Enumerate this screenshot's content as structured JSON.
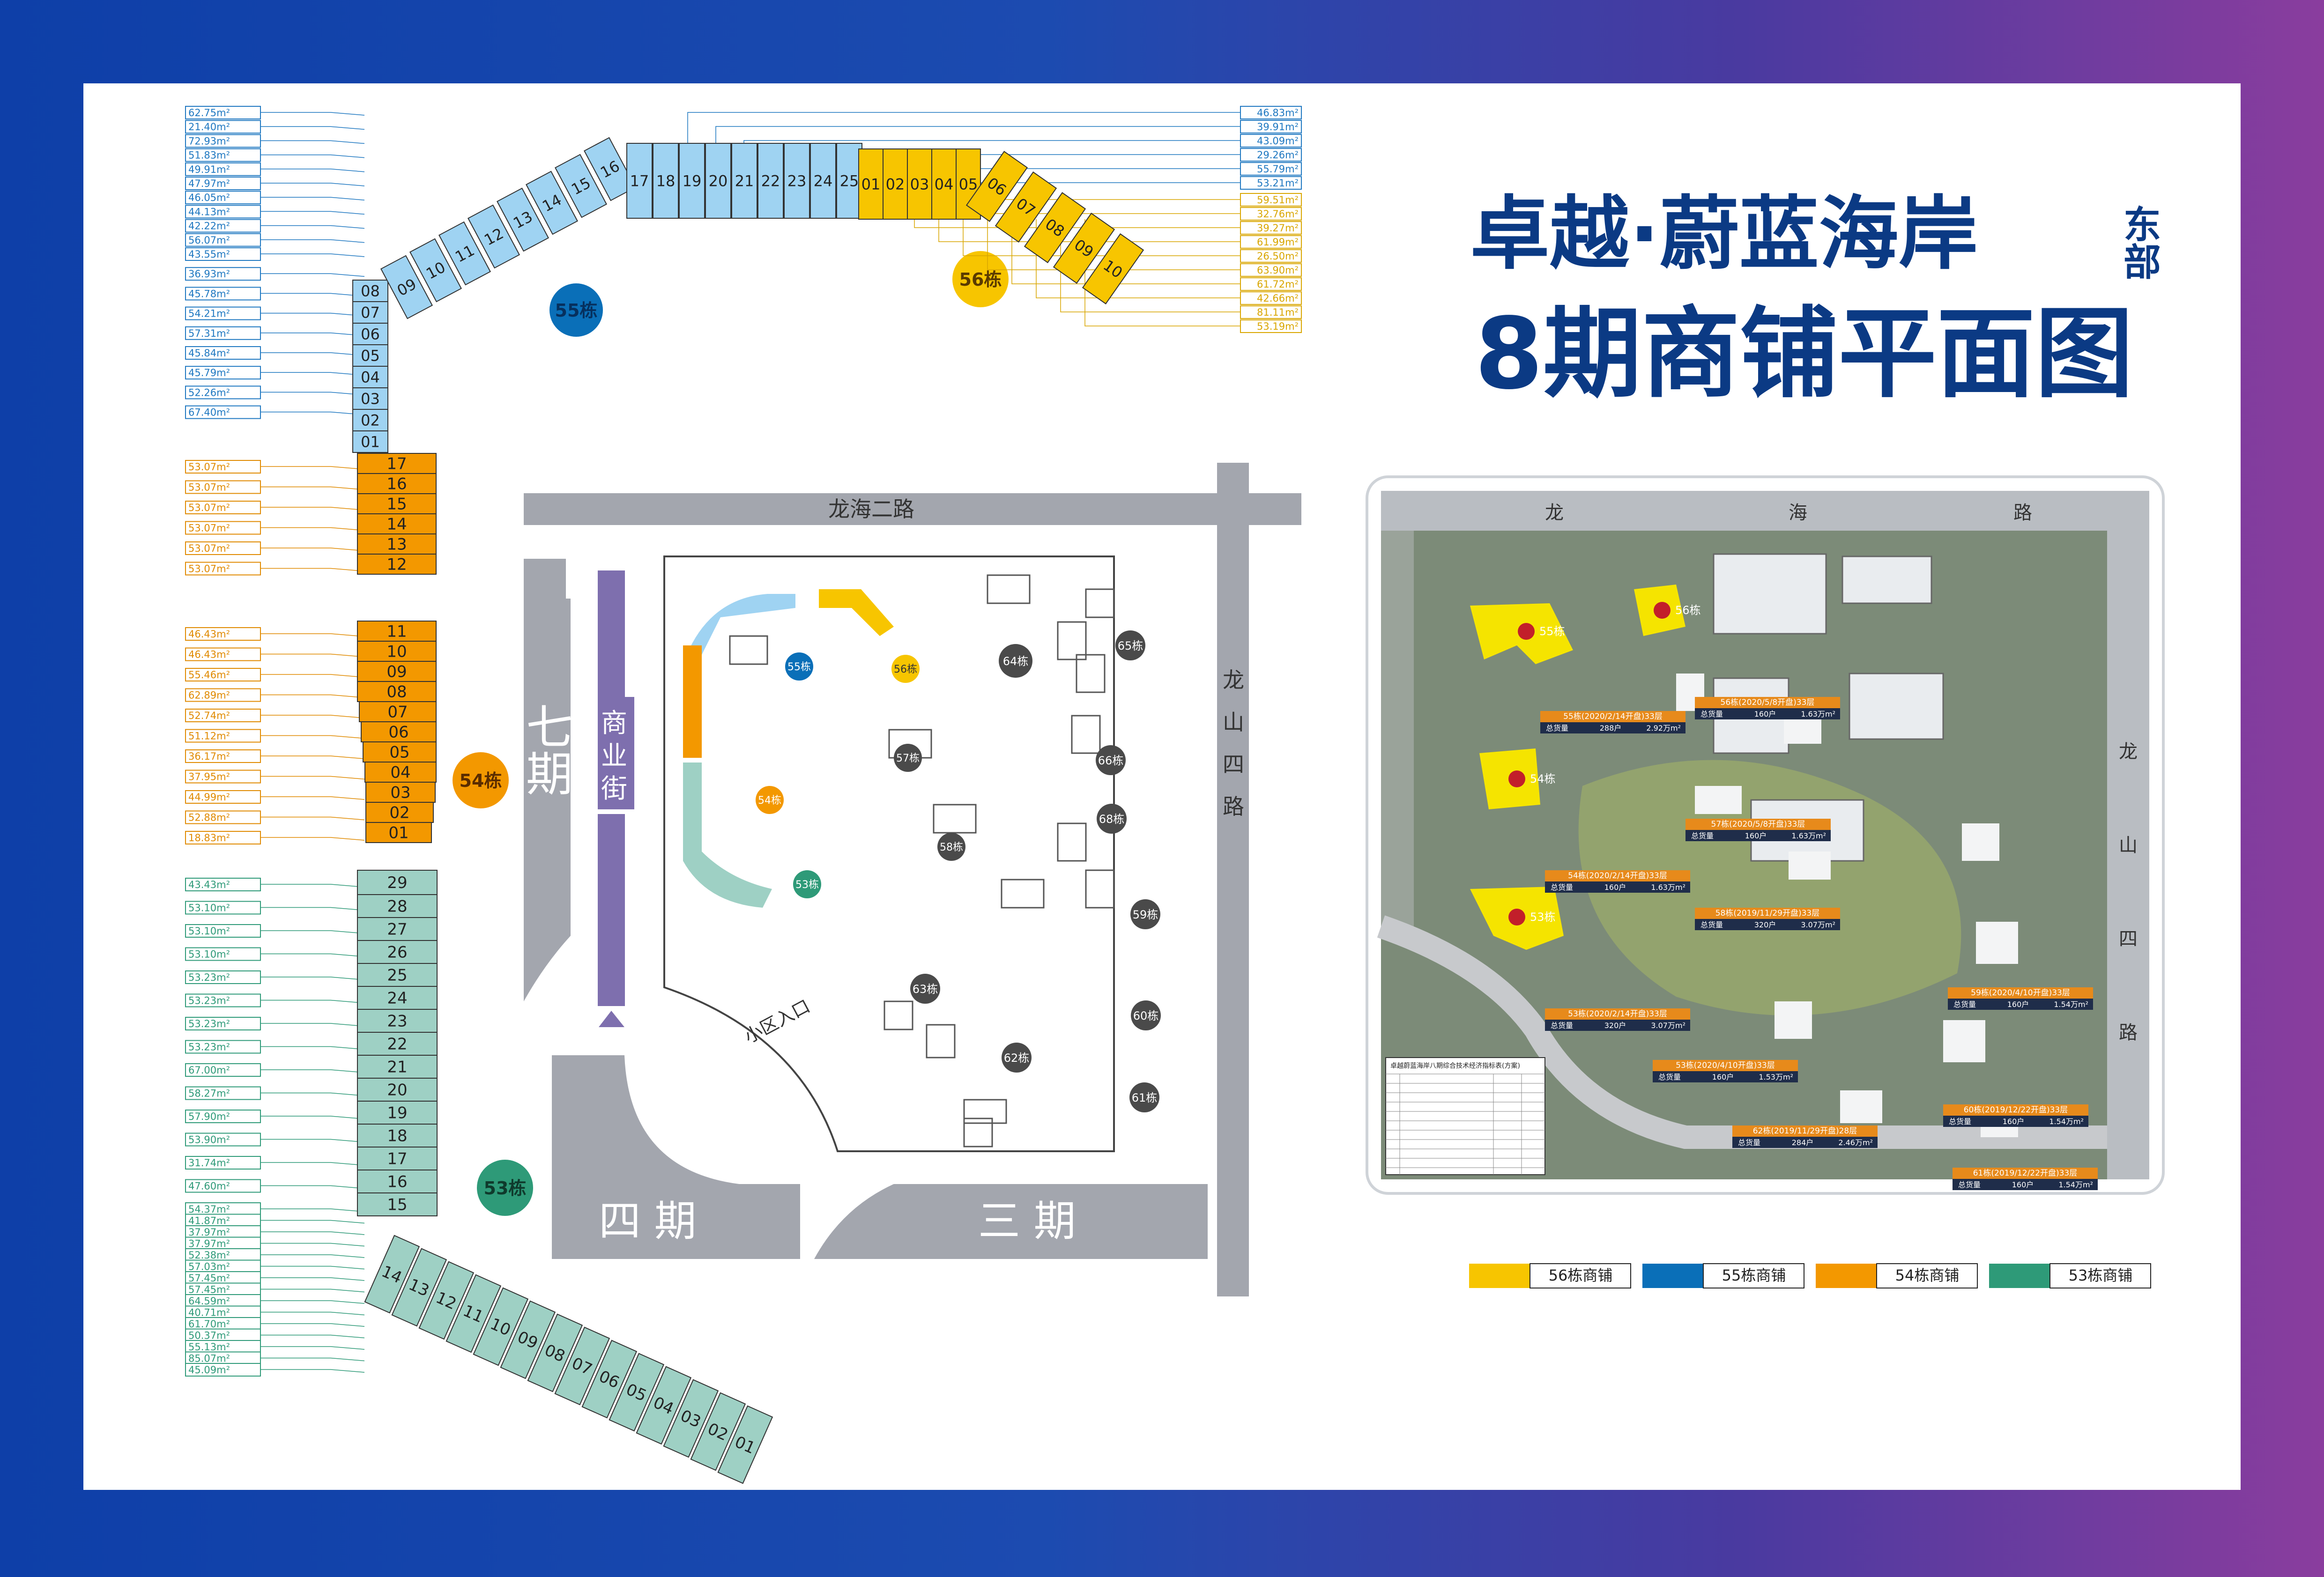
{
  "title": {
    "brand": "卓越·蔚蓝海岸",
    "brand_suffix": "东部",
    "subtitle": "8期商铺平面图"
  },
  "colors": {
    "b56": "#f7c500",
    "b55": "#9fd3f2",
    "b54": "#f39800",
    "b53": "#9ed0c4",
    "dot56": "#f7c500",
    "dot55": "#0a6fb8",
    "dot54": "#f39800",
    "dot53": "#2e9a78",
    "grey": "#a3a6ae",
    "navy": "#0b3a84"
  },
  "left_areas": {
    "b55": [
      "62.75m²",
      "21.40m²",
      "72.93m²",
      "51.83m²",
      "49.91m²",
      "47.97m²",
      "46.05m²",
      "44.13m²",
      "42.22m²",
      "56.07m²",
      "43.55m²",
      "36.93m²",
      "45.78m²",
      "54.21m²",
      "57.31m²",
      "45.84m²",
      "45.79m²",
      "52.26m²",
      "67.40m²"
    ],
    "b54": [
      "53.07m²",
      "53.07m²",
      "53.07m²",
      "53.07m²",
      "53.07m²",
      "53.07m²",
      "46.43m²",
      "46.43m²",
      "55.46m²",
      "62.89m²",
      "52.74m²",
      "51.12m²",
      "36.17m²",
      "37.95m²",
      "44.99m²",
      "52.88m²",
      "18.83m²"
    ],
    "b53": [
      "43.43m²",
      "53.10m²",
      "53.10m²",
      "53.10m²",
      "53.23m²",
      "53.23m²",
      "53.23m²",
      "53.23m²",
      "67.00m²",
      "58.27m²",
      "57.90m²",
      "53.90m²",
      "31.74m²",
      "47.60m²",
      "54.37m²",
      "41.87m²",
      "37.97m²",
      "37.97m²",
      "52.38m²",
      "57.03m²",
      "57.45m²",
      "57.45m²",
      "64.59m²",
      "40.71m²",
      "61.70m²",
      "50.37m²",
      "55.13m²",
      "85.07m²",
      "45.09m²"
    ]
  },
  "right_areas": {
    "b55": [
      "46.83m²",
      "39.91m²",
      "43.09m²",
      "29.26m²",
      "55.79m²",
      "53.21m²"
    ],
    "b56": [
      "59.51m²",
      "32.76m²",
      "39.27m²",
      "61.99m²",
      "26.50m²",
      "63.90m²",
      "61.72m²",
      "42.66m²",
      "81.11m²",
      "53.19m²"
    ]
  },
  "units": {
    "b55_top": [
      "09",
      "10",
      "11",
      "12",
      "13",
      "14",
      "15",
      "16",
      "17",
      "18",
      "19",
      "20",
      "21",
      "22",
      "23",
      "24",
      "25"
    ],
    "b55_vert": [
      "08",
      "07",
      "06",
      "05",
      "04",
      "03",
      "02",
      "01"
    ],
    "b56": [
      "01",
      "02",
      "03",
      "04",
      "05",
      "06",
      "07",
      "08",
      "09",
      "10"
    ],
    "b54": [
      "17",
      "16",
      "15",
      "14",
      "13",
      "12",
      "11",
      "10",
      "09",
      "08",
      "07",
      "06",
      "05",
      "04",
      "03",
      "02",
      "01"
    ],
    "b53_vert": [
      "29",
      "28",
      "27",
      "26",
      "25",
      "24",
      "23",
      "22",
      "21",
      "20",
      "19",
      "18",
      "17",
      "16",
      "15"
    ],
    "b53_diag": [
      "14",
      "13",
      "12",
      "11",
      "10",
      "09",
      "08",
      "07",
      "06",
      "05",
      "04",
      "03",
      "02",
      "01"
    ]
  },
  "labels": {
    "b55": "55栋",
    "b56": "56栋",
    "b54": "54栋",
    "b53": "53栋",
    "b57": "57栋",
    "b58": "58栋",
    "b59": "59栋",
    "b60": "60栋",
    "b61": "61栋",
    "b62": "62栋",
    "b63": "63栋",
    "b64": "64栋",
    "b65": "65栋",
    "b66": "66栋",
    "b68": "68栋"
  },
  "roads": {
    "longhai": "龙海二路",
    "longshan": "龙山四路",
    "entrance": "小区入口",
    "phase7": "七期",
    "phase4": "四 期",
    "phase3": "三 期",
    "street": "商业街"
  },
  "legend": [
    {
      "label": "56栋商铺",
      "color": "#f7c500"
    },
    {
      "label": "55栋商铺",
      "color": "#0a6fb8"
    },
    {
      "label": "54栋商铺",
      "color": "#f39800"
    },
    {
      "label": "53栋商铺",
      "color": "#2e9a78"
    }
  ],
  "aerial": {
    "road_top": [
      "龙",
      "海",
      "路"
    ],
    "road_right": [
      "龙",
      "山",
      "四",
      "路"
    ],
    "tags": {
      "t55": "55栋",
      "t56": "56栋",
      "t54": "54栋",
      "t53": "53栋"
    },
    "info": [
      {
        "head": "55栋(2020/2/14开盘)33层",
        "total": "总货量",
        "units": "288户",
        "area": "2.92万m²"
      },
      {
        "head": "56栋(2020/5/8开盘)33层",
        "total": "总货量",
        "units": "160户",
        "area": "1.63万m²"
      },
      {
        "head": "57栋(2020/5/8开盘)33层",
        "total": "总货量",
        "units": "160户",
        "area": "1.63万m²"
      },
      {
        "head": "54栋(2020/2/14开盘)33层",
        "total": "总货量",
        "units": "160户",
        "area": "1.63万m²"
      },
      {
        "head": "58栋(2019/11/29开盘)33层",
        "total": "总货量",
        "units": "320户",
        "area": "3.07万m²"
      },
      {
        "head": "59栋(2020/4/10开盘)33层",
        "total": "总货量",
        "units": "160户",
        "area": "1.54万m²"
      },
      {
        "head": "53栋(2020/2/14开盘)33层",
        "total": "总货量",
        "units": "320户",
        "area": "3.07万m²"
      },
      {
        "head": "53栋(2020/4/10开盘)33层",
        "total": "总货量",
        "units": "160户",
        "area": "1.53万m²"
      },
      {
        "head": "60栋(2019/12/22开盘)33层",
        "total": "总货量",
        "units": "160户",
        "area": "1.54万m²"
      },
      {
        "head": "62栋(2019/11/29开盘)28层",
        "total": "总货量",
        "units": "284户",
        "area": "2.46万m²"
      },
      {
        "head": "61栋(2019/12/22开盘)33层",
        "total": "总货量",
        "units": "160户",
        "area": "1.54万m²"
      }
    ],
    "table_title": "卓越蔚蓝海岸八期综合技术经济指标表(方案)"
  }
}
